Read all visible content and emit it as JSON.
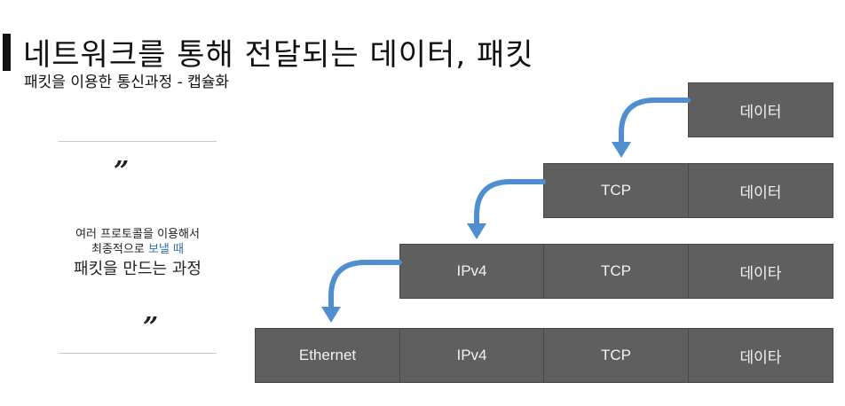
{
  "header": {
    "title": "네트워크를 통해 전달되는 데이터, 패킷",
    "subtitle": "패킷을 이용한 통신과정 - 캡슐화"
  },
  "quote_block": {
    "open_mark": "”",
    "close_mark": "”",
    "line1": "여러 프로토콜을 이용해서",
    "line2_prefix": "최종적으로 ",
    "line2_accent": "보낼 때",
    "line3": "패킷을 만드는 과정"
  },
  "diagram": {
    "row1": [
      "데이터"
    ],
    "row2": [
      "TCP",
      "데이터"
    ],
    "row3": [
      "IPv4",
      "TCP",
      "데이타"
    ],
    "row4": [
      "Ethernet",
      "IPv4",
      "TCP",
      "데이타"
    ]
  },
  "colors": {
    "box": "#5f5f5f",
    "arrow": "#4f8fd0",
    "accent": "#2f6fb0"
  }
}
